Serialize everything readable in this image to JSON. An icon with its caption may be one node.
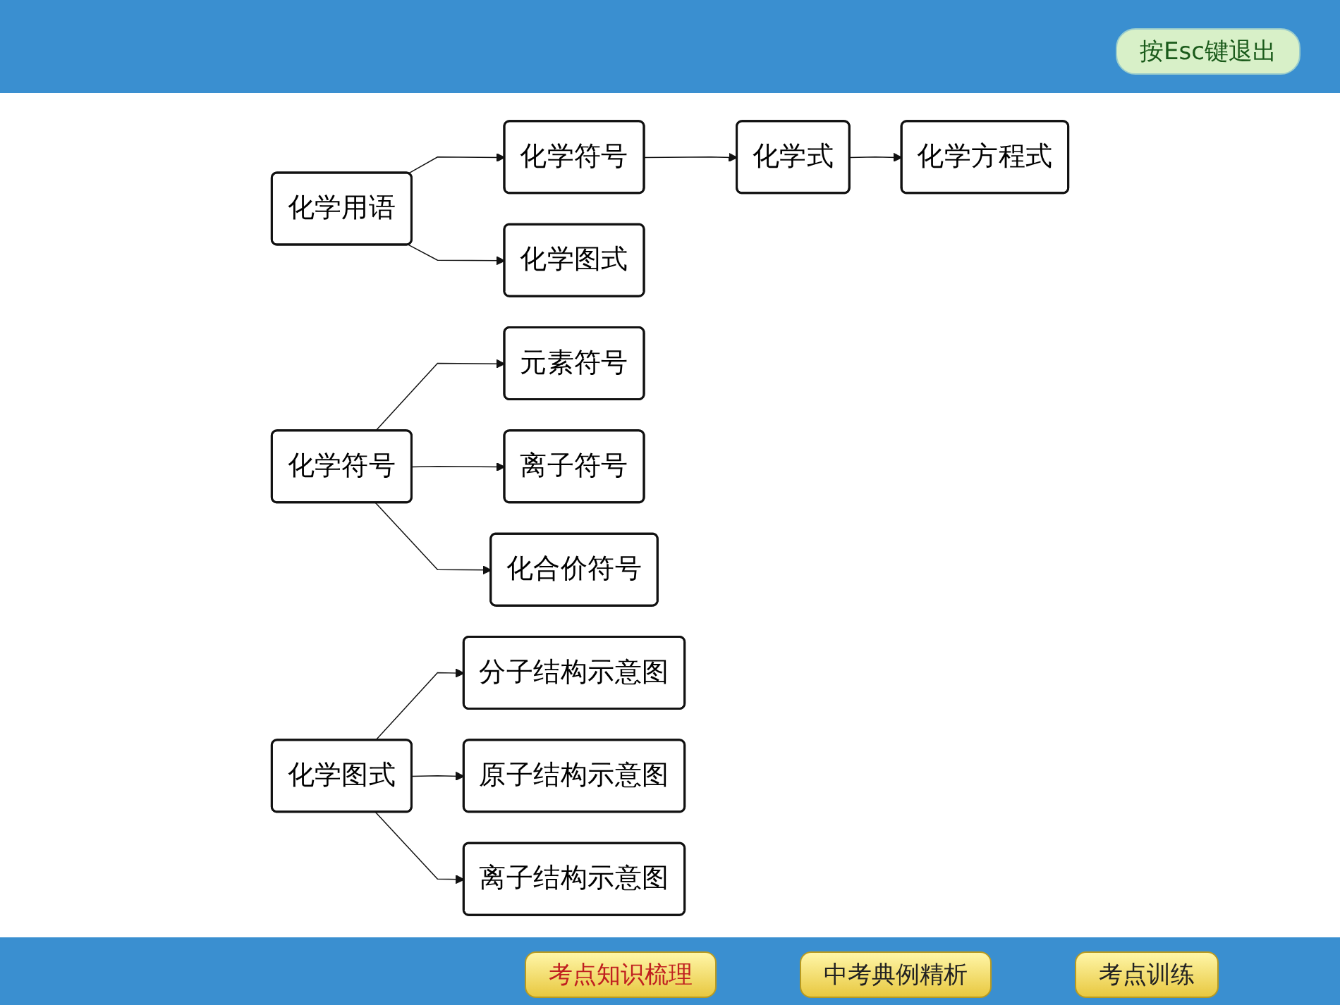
{
  "diagram": {
    "nodes": [
      {
        "text": [
          "化学用语"
        ]
      },
      {
        "text": [
          "化学符号"
        ]
      },
      {
        "text": [
          "化学式"
        ]
      },
      {
        "text": [
          "化学方程式"
        ]
      },
      {
        "text": [
          "化学图式"
        ]
      },
      {
        "text": [
          "化学符号"
        ]
      },
      {
        "text": [
          "元素符号"
        ]
      },
      {
        "text": [
          "离子符号"
        ]
      },
      {
        "text": [
          "化合价符号"
        ]
      },
      {
        "text": [
          "化学图式"
        ]
      },
      {
        "text": [
          "分子结构示意图"
        ]
      },
      {
        "text": [
          "原子结构示意图"
        ]
      },
      {
        "text": [
          "离子结构示意图"
        ]
      }
    ],
    "edges": [
      {
        "from": 0,
        "to": 1,
        "arrow": "to"
      },
      {
        "from": 1,
        "to": 2,
        "arrow": "to"
      },
      {
        "from": 2,
        "to": 3,
        "arrow": "to"
      },
      {
        "from": 0,
        "to": 4,
        "arrow": "to"
      },
      {
        "from": 5,
        "to": 6,
        "arrow": "to"
      },
      {
        "from": 5,
        "to": 7,
        "arrow": "to"
      },
      {
        "from": 5,
        "to": 8,
        "arrow": "to"
      },
      {
        "from": 9,
        "to": 10,
        "arrow": "to"
      },
      {
        "from": 9,
        "to": 11,
        "arrow": "to"
      },
      {
        "from": 9,
        "to": 12,
        "arrow": "to"
      }
    ],
    "labels": [
      "按Esc键退出",
      "考点知识梳理",
      "中考典例精析",
      "考点训练"
    ]
  }
}
